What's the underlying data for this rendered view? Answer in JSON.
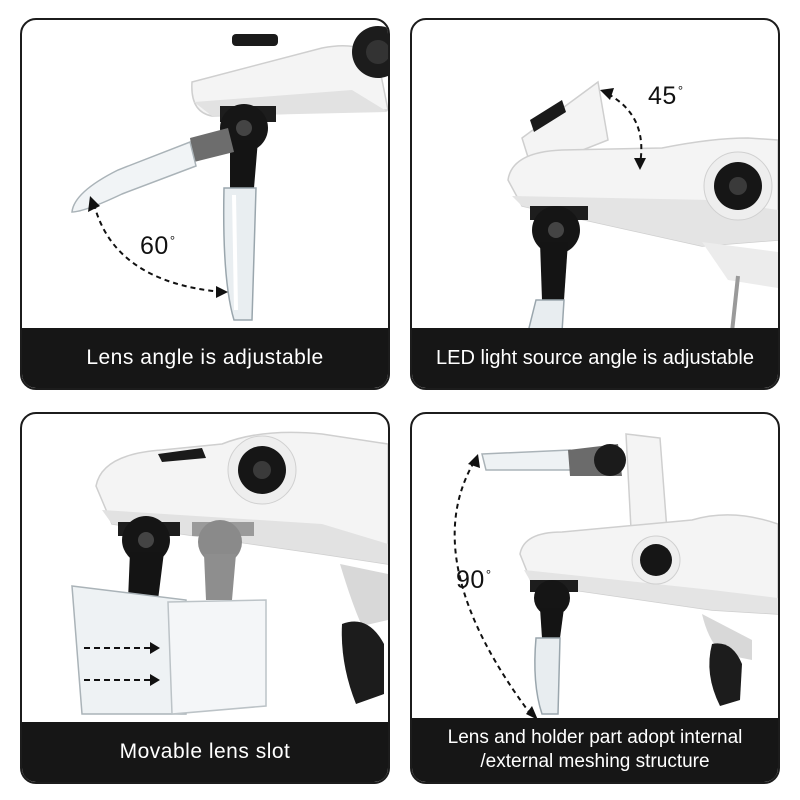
{
  "panels": [
    {
      "caption": "Lens angle is adjustable",
      "angle": "60",
      "degree_mark": "°"
    },
    {
      "caption": "LED light source angle is adjustable",
      "angle": "45",
      "degree_mark": "°"
    },
    {
      "caption": "Movable lens slot"
    },
    {
      "caption_line1": "Lens and holder part adopt internal",
      "caption_line2": "/external meshing structure",
      "angle": "90",
      "degree_mark": "°"
    }
  ],
  "colors": {
    "caption_bg": "#161616",
    "caption_text": "#ffffff",
    "device_body": "#f4f4f4",
    "device_black": "#151515"
  }
}
